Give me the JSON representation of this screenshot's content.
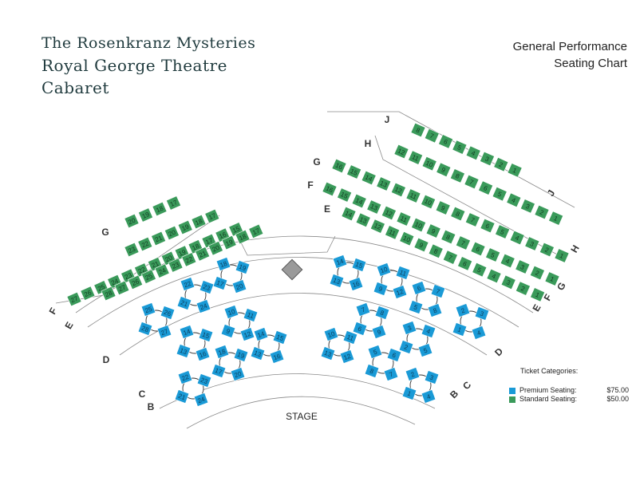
{
  "title": {
    "line1": "The Rosenkranz Mysteries",
    "line2": "Royal George Theatre Cabaret"
  },
  "chart_title": {
    "line1": "General Performance",
    "line2": "Seating Chart"
  },
  "stage_label": "STAGE",
  "colors": {
    "premium": "#1a9ad6",
    "standard": "#3a9a5a",
    "premium_text": "#0d3f5c",
    "standard_text": "#123d22",
    "outline": "#8a8a8a",
    "label": "#333333"
  },
  "legend": {
    "heading": "Ticket Categories:",
    "items": [
      {
        "label": "Premium Seating:",
        "price": "$75.00",
        "category": "premium"
      },
      {
        "label": "Standard Seating:",
        "price": "$50.00",
        "category": "standard"
      }
    ]
  },
  "rows_right": [
    {
      "row": "J",
      "category": "standard",
      "seats": [
        "8",
        "7",
        "6",
        "5",
        "4",
        "3",
        "2",
        "1"
      ]
    },
    {
      "row": "H",
      "category": "standard",
      "seats": [
        "12",
        "11",
        "10",
        "9",
        "8",
        "7",
        "6",
        "5",
        "4",
        "3",
        "2",
        "1"
      ]
    },
    {
      "row": "G",
      "category": "standard",
      "seats": [
        "16",
        "15",
        "14",
        "13",
        "12",
        "11",
        "10",
        "9",
        "8",
        "7",
        "6",
        "5",
        "4",
        "3",
        "2",
        "1"
      ]
    },
    {
      "row": "F",
      "category": "standard",
      "seats": [
        "16",
        "15",
        "14",
        "13",
        "12",
        "11",
        "10",
        "9",
        "8",
        "7",
        "6",
        "5",
        "4",
        "3",
        "2",
        "1"
      ]
    },
    {
      "row": "E",
      "category": "standard",
      "seats": [
        "14",
        "13",
        "12",
        "11",
        "10",
        "9",
        "8",
        "7",
        "6",
        "5",
        "4",
        "3",
        "2",
        "1"
      ]
    }
  ],
  "rows_left": [
    {
      "row": "G",
      "category": "standard",
      "seats": [
        "20",
        "19",
        "18",
        "17"
      ]
    },
    {
      "row": "G",
      "category": "standard",
      "seats": [
        "23",
        "22",
        "21",
        "20",
        "19",
        "18",
        "17"
      ]
    },
    {
      "row": "F",
      "category": "standard",
      "seats": [
        "27",
        "26",
        "25",
        "24",
        "23",
        "22",
        "21",
        "20",
        "19",
        "18",
        "17",
        "16",
        "15"
      ]
    },
    {
      "row": "E",
      "category": "standard",
      "seats": [
        "28",
        "27",
        "26",
        "25",
        "24",
        "23",
        "22",
        "21",
        "20",
        "19",
        "18",
        "17"
      ]
    }
  ],
  "row_labels": [
    "J",
    "H",
    "G",
    "F",
    "E",
    "D",
    "C",
    "B"
  ],
  "tables": [
    {
      "id": "t1",
      "category": "premium",
      "seats": [
        "22",
        "23",
        "24",
        "21"
      ]
    },
    {
      "id": "t2",
      "category": "premium",
      "seats": [
        "18",
        "19",
        "20",
        "17"
      ]
    },
    {
      "id": "t3",
      "category": "premium",
      "seats": [
        "25",
        "26",
        "27",
        "28"
      ]
    },
    {
      "id": "t4",
      "category": "premium",
      "seats": [
        "14",
        "15",
        "16",
        "13"
      ]
    },
    {
      "id": "t5",
      "category": "premium",
      "seats": [
        "10",
        "11",
        "12",
        "9"
      ]
    },
    {
      "id": "t6",
      "category": "premium",
      "seats": [
        "14",
        "15",
        "16",
        "13"
      ]
    },
    {
      "id": "t7",
      "category": "premium",
      "seats": [
        "22",
        "23",
        "24",
        "21"
      ]
    },
    {
      "id": "t8",
      "category": "premium",
      "seats": [
        "18",
        "19",
        "20",
        "17"
      ]
    },
    {
      "id": "t9",
      "category": "premium",
      "seats": [
        "14",
        "15",
        "16",
        "13"
      ]
    },
    {
      "id": "t10",
      "category": "premium",
      "seats": [
        "10",
        "11",
        "12",
        "9"
      ]
    },
    {
      "id": "t11",
      "category": "premium",
      "seats": [
        "6",
        "7",
        "8",
        "5"
      ]
    },
    {
      "id": "t12",
      "category": "premium",
      "seats": [
        "2",
        "3",
        "4",
        "1"
      ]
    },
    {
      "id": "t13",
      "category": "premium",
      "seats": [
        "7",
        "8",
        "9",
        "6"
      ]
    },
    {
      "id": "t14",
      "category": "premium",
      "seats": [
        "10",
        "11",
        "12",
        "13"
      ]
    },
    {
      "id": "t15",
      "category": "premium",
      "seats": [
        "3",
        "4",
        "5",
        "2"
      ]
    },
    {
      "id": "t16",
      "category": "premium",
      "seats": [
        "5",
        "6",
        "7",
        "8"
      ]
    },
    {
      "id": "t17",
      "category": "premium",
      "seats": [
        "2",
        "3",
        "4",
        "1"
      ]
    }
  ]
}
